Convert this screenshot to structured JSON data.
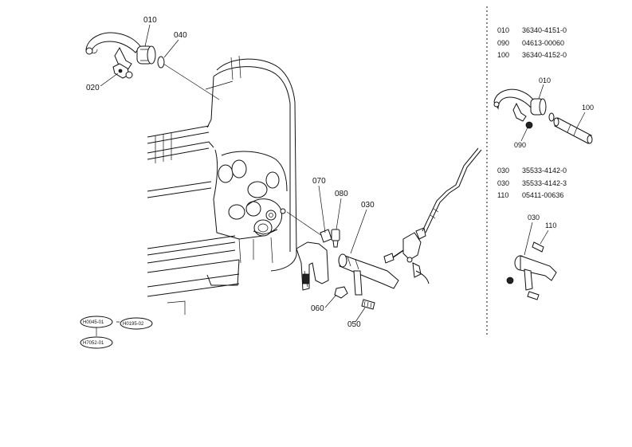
{
  "callouts": {
    "c010": "010",
    "c040": "040",
    "c020": "020",
    "c070": "070",
    "c080": "080",
    "c030": "030",
    "c060": "060",
    "c050": "050"
  },
  "references": {
    "r1": "H0045-01",
    "r2": "H0195-02",
    "r3": "H7052-01"
  },
  "parts_list_a": [
    {
      "ref": "010",
      "part_no": "36340-4151-0"
    },
    {
      "ref": "090",
      "part_no": "04613-00060"
    },
    {
      "ref": "100",
      "part_no": "36340-4152-0"
    }
  ],
  "parts_list_b": [
    {
      "ref": "030",
      "part_no": "35533-4142-0"
    },
    {
      "ref": "030",
      "part_no": "35533-4142-3"
    },
    {
      "ref": "110",
      "part_no": "05411-00636"
    }
  ],
  "inset_a": {
    "c010": "010",
    "c100": "100",
    "c090": "090"
  },
  "inset_b": {
    "c030": "030",
    "c110": "110"
  }
}
